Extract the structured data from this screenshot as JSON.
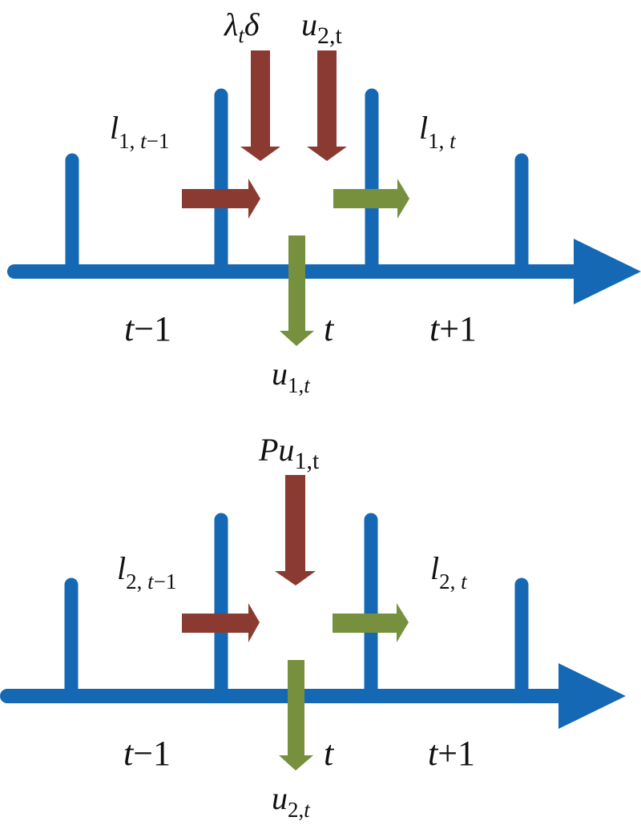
{
  "colors": {
    "axis": "#1569B4",
    "inflow": "#8B3A31",
    "outflow": "#77903E",
    "text": "#111111"
  },
  "panels": [
    {
      "id": "panel-1",
      "labels": {
        "top_left_flow": {
          "base": "λ",
          "sub": "t",
          "tail": "δ"
        },
        "top_right_flow": {
          "base": "u",
          "sub": "2,t"
        },
        "carry_in": {
          "base": "l",
          "sub_num": "1, ",
          "sub_var": "t",
          "sub_tail": "−1"
        },
        "carry_out": {
          "base": "l",
          "sub_num": "1, ",
          "sub_var": "t"
        },
        "outflow": {
          "base": "u",
          "sub_num": "1,",
          "sub_var": "t"
        }
      },
      "periods": [
        "t−1",
        "t",
        "t+1"
      ]
    },
    {
      "id": "panel-2",
      "labels": {
        "inflow": {
          "base": "Pu",
          "sub": "1,t"
        },
        "carry_in": {
          "base": "l",
          "sub_num": "2, ",
          "sub_var": "t",
          "sub_tail": "−1"
        },
        "carry_out": {
          "base": "l",
          "sub_num": "2, ",
          "sub_var": "t"
        },
        "outflow": {
          "base": "u",
          "sub_num": "2,",
          "sub_var": "t"
        }
      },
      "periods": [
        "t−1",
        "t",
        "t+1"
      ]
    }
  ],
  "period_parts": {
    "prev": {
      "var": "t",
      "rest": "−1"
    },
    "cur": {
      "var": "t"
    },
    "next": {
      "var": "t",
      "rest": "+1"
    }
  }
}
